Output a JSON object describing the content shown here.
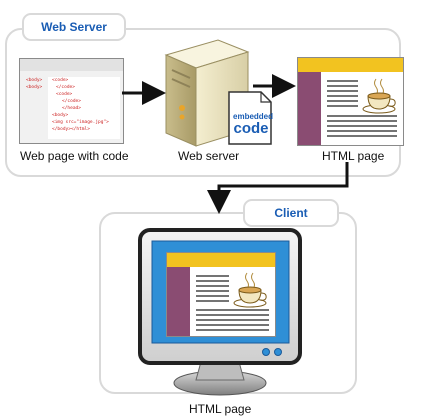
{
  "server_group": {
    "label": "Web Server"
  },
  "client_group": {
    "label": "Client"
  },
  "source_page": {
    "caption": "Web page with code",
    "tags_left": [
      "<body>",
      "<body>"
    ],
    "tags_right": [
      "<code>",
      "</code>",
      "<code>",
      "</code>",
      "</head>",
      "<body>",
      "<img src=\"image.jpg\">",
      "</body></html>"
    ]
  },
  "server": {
    "caption": "Web server",
    "badge_top": "embedded",
    "badge_bottom": "code"
  },
  "output_page": {
    "caption": "HTML page"
  },
  "client_monitor": {
    "caption": "HTML page"
  },
  "colors": {
    "accent_yellow": "#f2c320",
    "sidebar_purple": "#8a4c72",
    "screen_blue": "#2f8fd6",
    "label_blue": "#1a5db4",
    "tag_red": "#cc2222"
  }
}
